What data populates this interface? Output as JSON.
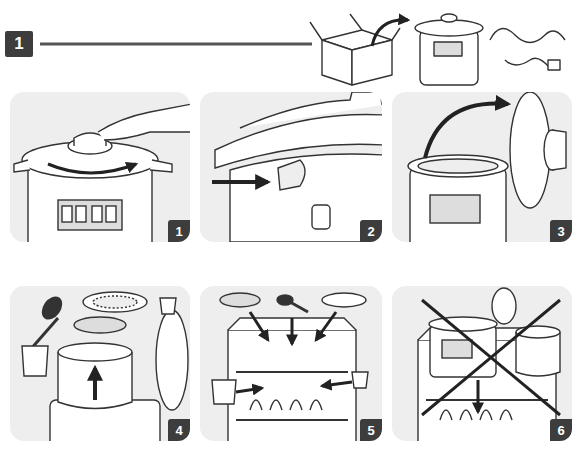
{
  "diagram": {
    "nodes": [
      {
        "text": [
          "1"
        ]
      },
      {
        "text": [
          "1"
        ]
      },
      {
        "text": [
          "2"
        ]
      },
      {
        "text": [
          "3"
        ]
      },
      {
        "text": [
          "4"
        ]
      },
      {
        "text": [
          "5"
        ]
      },
      {
        "text": [
          "6"
        ]
      }
    ]
  }
}
